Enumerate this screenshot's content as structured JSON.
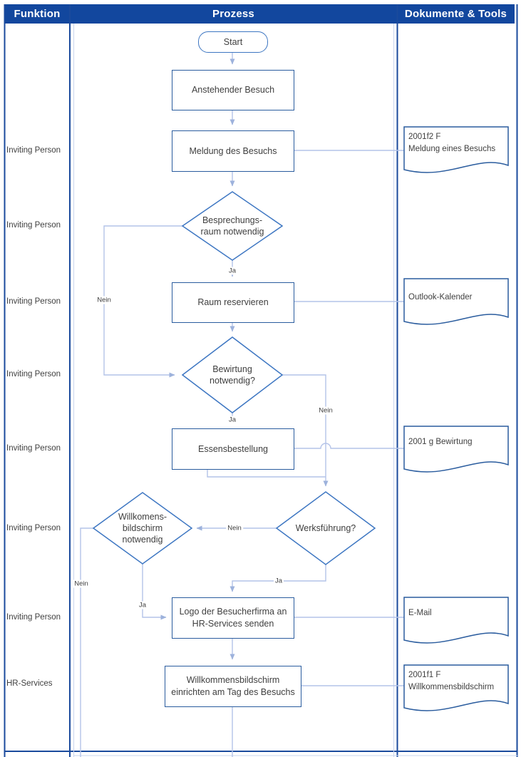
{
  "colors": {
    "header_bg": "#12479e",
    "lane_border": "#1a4a9c",
    "process_border": "#2a5c9e",
    "decision_border": "#3d76c2",
    "connector": "#b4c3e8",
    "text": "#3f3f3f"
  },
  "header": {
    "columns": [
      "Funktion",
      "Prozess",
      "Dokumente & Tools"
    ]
  },
  "lane_labels": [
    "Inviting Person",
    "Inviting Person",
    "Inviting Person",
    "Inviting Person",
    "Inviting Person",
    "Inviting Person",
    "Inviting Person",
    "HR-Services"
  ],
  "flow": {
    "start_label": "Start",
    "steps": {
      "s1": "Anstehender Besuch",
      "s2": "Meldung des Besuchs",
      "s3": "Raum reservieren",
      "s4": "Essensbestellung",
      "s5": "Logo der Besucherfirma an\nHR-Services senden",
      "s6": "Willkommensbildschirm\neinrichten am Tag des Besuchs"
    },
    "decisions": {
      "d1": "Besprechungs-\nraum notwendig",
      "d2": "Bewirtung\nnotwendig?",
      "d3": "Werksführung?",
      "d4": "Willkomens-\nbildschirm\nnotwendig"
    },
    "labels": {
      "ja": "Ja",
      "nein": "Nein"
    }
  },
  "documents": {
    "doc1": "2001f2 F\nMeldung eines Besuchs",
    "doc2": "Outlook-Kalender",
    "doc3": "2001 g Bewirtung",
    "doc4": "E-Mail",
    "doc5": "2001f1 F\nWillkommensbildschirm"
  }
}
